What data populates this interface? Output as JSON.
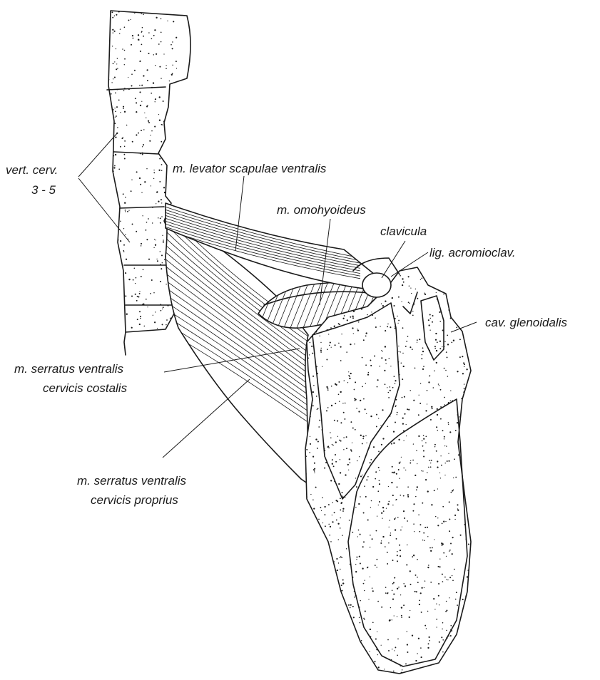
{
  "labels": {
    "vert_line1": "vert. cerv.",
    "vert_line2": "3 - 5",
    "levator": "m. levator scapulae ventralis",
    "omohyoideus": "m. omohyoideus",
    "clavicula": "clavicula",
    "lig_acromioclav": "lig. acromioclav.",
    "cav_glenoidalis": "cav. glenoidalis",
    "serratus_costalis_line1": "m. serratus ventralis",
    "serratus_costalis_line2": "cervicis costalis",
    "serratus_proprius_line1": "m. serratus ventralis",
    "serratus_proprius_line2": "cervicis proprius"
  }
}
